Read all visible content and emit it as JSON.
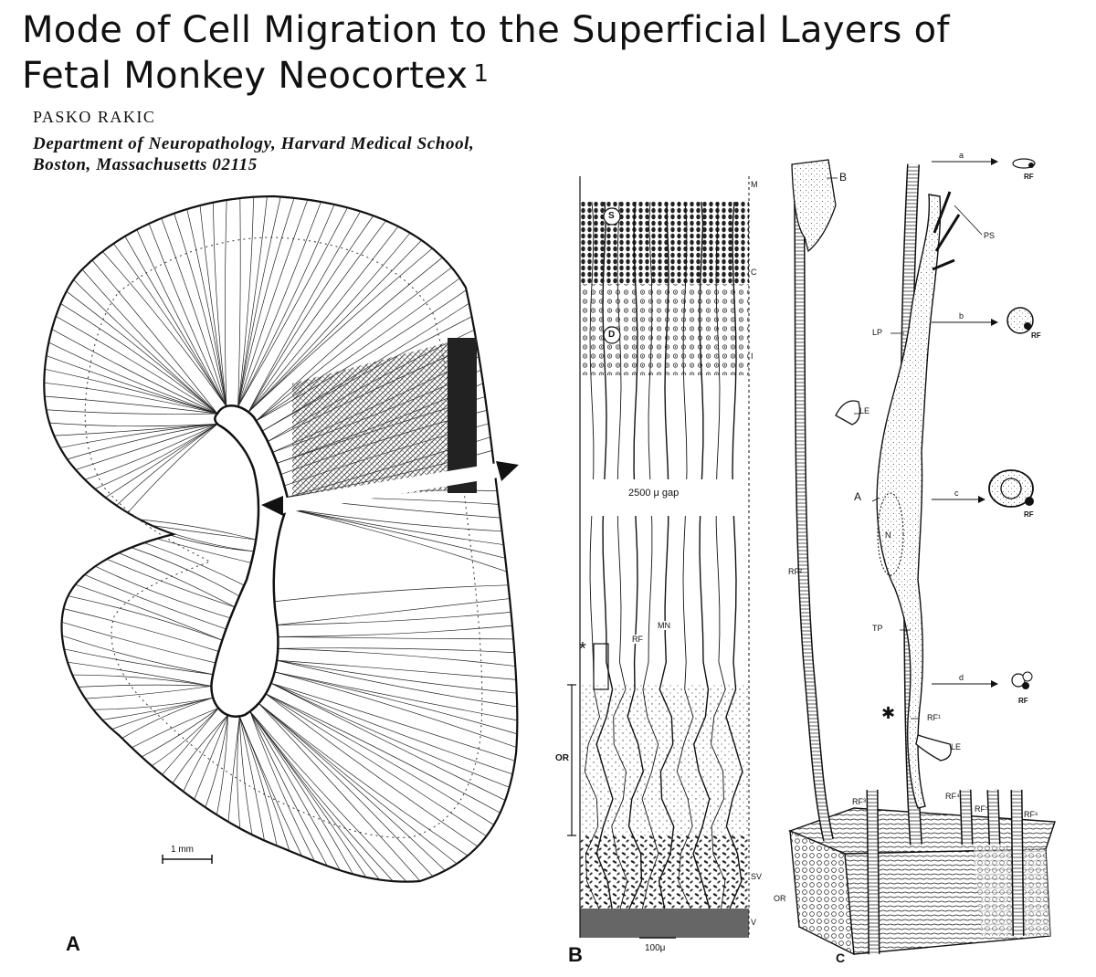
{
  "header": {
    "title_line1": "Mode of Cell Migration to the Superficial Layers of",
    "title_line2": "Fetal Monkey Neocortex",
    "footnote_mark": "1",
    "author": "PASKO RAKIC",
    "affiliation_line1": "Department of Neuropathology, Harvard Medical School,",
    "affiliation_line2": "Boston, Massachusetts 02115"
  },
  "figure_a": {
    "panel_label": "A",
    "scale_bar": "1 mm"
  },
  "figure_b": {
    "panel_label": "B",
    "gap_label": "2500 μ gap",
    "scale_bar": "100μ",
    "label_m": "M",
    "label_c": "C",
    "label_i": "I",
    "label_s": "S",
    "label_d": "D",
    "label_rf": "RF",
    "label_mn": "MN",
    "label_or": "OR",
    "label_sv": "SV",
    "label_v": "V",
    "asterisk": "*"
  },
  "figure_c": {
    "panel_label": "C",
    "label_b": "B",
    "label_ps": "PS",
    "label_lp": "LP",
    "label_le_upper": "LE",
    "label_le_lower": "LE",
    "label_a_cell": "A",
    "label_n": "N",
    "label_tp": "TP",
    "label_rf2": "RF²",
    "label_rf1": "RF¹",
    "label_rf3": "RF³",
    "label_rf4": "RF⁴",
    "label_rf5": "RF⁵",
    "label_rf6": "RF⁶",
    "label_or": "OR",
    "asterisk": "✱",
    "sections": [
      {
        "key": "a",
        "rf": "RF"
      },
      {
        "key": "b",
        "rf": "RF"
      },
      {
        "key": "c",
        "rf": "RF"
      },
      {
        "key": "d",
        "rf": "RF"
      }
    ]
  }
}
